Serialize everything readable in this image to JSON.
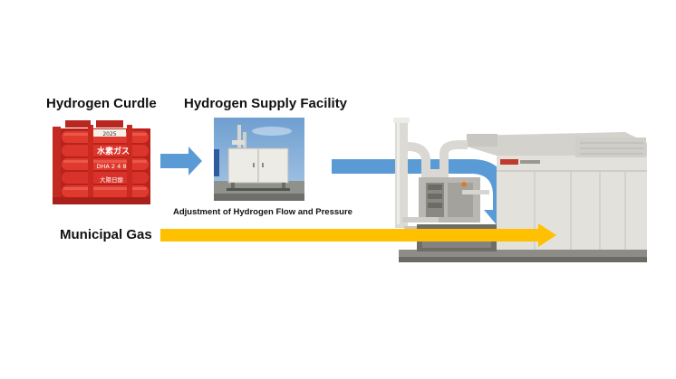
{
  "labels": {
    "hydrogen_curdle": "Hydrogen Curdle",
    "hydrogen_supply_facility": "Hydrogen Supply Facility",
    "adjustment_caption": "Adjustment of Hydrogen Flow and Pressure",
    "municipal_gas": "Municipal Gas"
  },
  "curdle_markings": {
    "top_tag": "2025",
    "main_text": "水素ガス",
    "code_1": "DHA  2 4 8",
    "bottom_text": "大陽日酸"
  },
  "colors": {
    "hydrogen_arrow": "#5b9bd5",
    "gas_arrow": "#ffc000",
    "cylinder_red": "#d9302a",
    "generator_body": "#e3e1dc"
  }
}
